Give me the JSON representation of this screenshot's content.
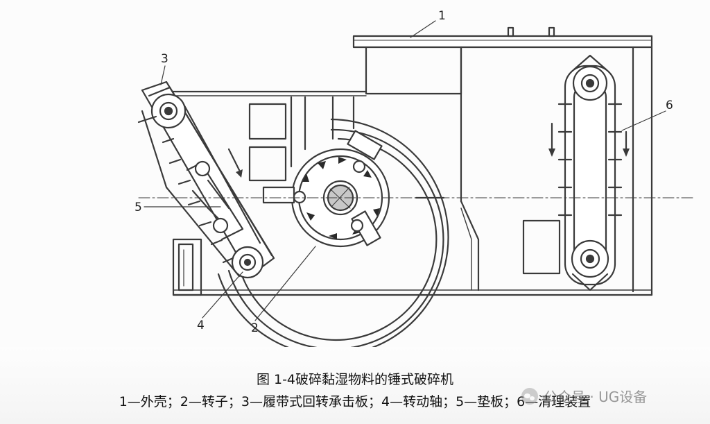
{
  "figure": {
    "labels": [
      "1",
      "2",
      "3",
      "4",
      "5",
      "6"
    ]
  },
  "caption": {
    "title": "图 1-4破碎黏湿物料的锤式破碎机",
    "legend": "1—外壳；2—转子；3—履带式回转承击板；4—转动轴；5—垫板；6—清理装置"
  },
  "watermark": {
    "text": "公众号 · UG设备",
    "icon": "wechat-icon"
  },
  "colors": {
    "line": "#3a3a3a",
    "caption_bg": "#f4f4f4"
  }
}
